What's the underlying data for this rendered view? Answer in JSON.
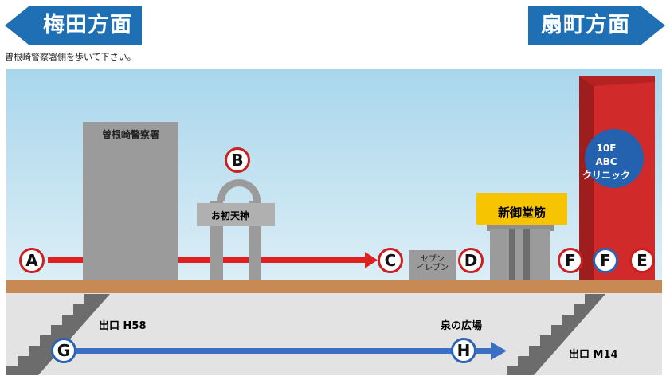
{
  "banners": {
    "left": "梅田方面",
    "right": "扇町方面"
  },
  "instruction": "曽根崎警察署側を歩いて下さい。",
  "landmarks": {
    "police": "曽根崎警察署",
    "ohatsu_shrine": "お初天神",
    "seven_eleven": "セブン\nイレブン",
    "midosuji": "新御堂筋",
    "clinic": "10F\nABC\nクリニック"
  },
  "underground": {
    "exit_h58": "出口 H58",
    "izumi_plaza": "泉の広場",
    "exit_m14": "出口 M14"
  },
  "markers": {
    "a": "A",
    "b": "B",
    "c": "C",
    "d": "D",
    "f1": "F",
    "f2": "F",
    "e": "E",
    "g": "G",
    "h": "H"
  },
  "colors": {
    "banner_blue": "#1f6fb5",
    "route_red": "#e02020",
    "route_blue": "#3a6fc4",
    "building_red": "#d12a2a",
    "midosuji_yellow": "#f6c400",
    "clinic_blue": "#2462b0"
  }
}
